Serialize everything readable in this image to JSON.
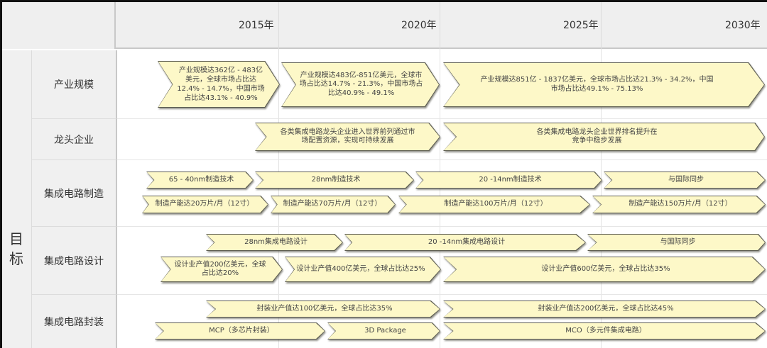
{
  "header": {
    "years": [
      "2015年",
      "2020年",
      "2025年",
      "2030年"
    ]
  },
  "goal_label": "目标",
  "categories": [
    {
      "label": "产业规模"
    },
    {
      "label": "龙头企业"
    },
    {
      "label": "集成电路制造"
    },
    {
      "label": "集成电路设计"
    },
    {
      "label": "集成电路封装"
    }
  ],
  "rows": {
    "industry_scale": [
      "产业规模达362亿 - 483亿美元，全球市场占比达12.4% - 14.7%，中国市场占比达43.1% - 40.9%",
      "产业规模达483亿-851亿美元，全球市场占比达14.7% - 21.3%，中国市场占比达40.9% - 49.1%",
      "产业规模达851亿 - 1837亿美元，全球市场占比达21.3% - 34.2%，中国市场占比达49.1% - 75.13%"
    ],
    "leading_enterprises": [
      "各类集成电路龙头企业进入世界前列通过市场配置资源，实现可持续发展",
      "各类集成电路龙头企业世界排名提升在竞争中稳步发展"
    ],
    "manufacturing_tech": [
      "65 - 40nm制造技术",
      "28nm制造技术",
      "20 -14nm制造技术",
      "与国际同步"
    ],
    "manufacturing_capacity": [
      "制造产能达20万片/月（12寸）",
      "制造产能达70万片/月（12寸）",
      "制造产能达100万片/月（12寸）",
      "制造产能达150万片/月（12寸）"
    ],
    "design_tech": [
      "28nm集成电路设计",
      "20 -14nm集成电路设计",
      "与国际同步"
    ],
    "design_output": [
      "设计业产值200亿美元，全球占比达20%",
      "设计业产值400亿美元，全球占比达25%",
      "设计业产值600亿美元，全球占比达35%"
    ],
    "packaging_output": [
      "封装业产值达100亿美元，全球占比达35%",
      "封装业产值达200亿美元，全球占比达45%"
    ],
    "packaging_tech": [
      "MCP（多芯片封装）",
      "3D Package",
      "MCO（多元件集成电路）"
    ]
  },
  "colors": {
    "chevron_fill": "#fdf8c8",
    "chevron_border": "#5c5c50",
    "header_bg": "#efefef",
    "label_bg": "#f0f0f0"
  }
}
